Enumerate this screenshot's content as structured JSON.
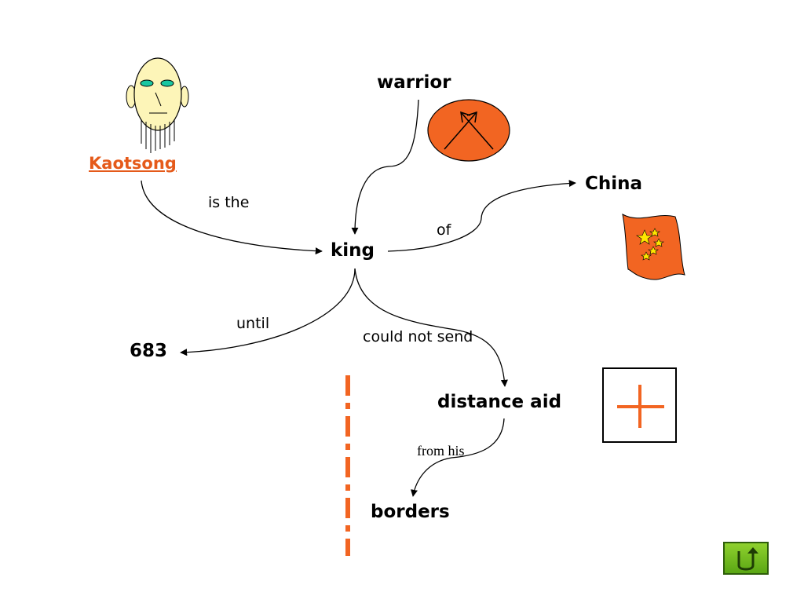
{
  "nodes": {
    "kaotsong": "Kaotsong",
    "warrior": "warrior",
    "china": "China",
    "king": "king",
    "year": "683",
    "distance_aid": "distance aid",
    "borders": "borders"
  },
  "edges": {
    "is_the": "is the",
    "of": "of",
    "until": "until",
    "could_not_send": "could not send",
    "from_his": "from his"
  },
  "colors": {
    "accent": "#e55a1a",
    "shield_fill": "#f26522",
    "face_fill": "#fdf5b8",
    "eye_fill": "#19c7a1",
    "flag_fill": "#f26522",
    "star_fill": "#ffe600",
    "button_green": "#6cbf1e"
  },
  "icons": {
    "face": "face-icon",
    "shield": "crossed-arrows-shield-icon",
    "flag": "china-flag-icon",
    "plus_box": "plus-box-icon",
    "back": "back-arrow-icon"
  }
}
